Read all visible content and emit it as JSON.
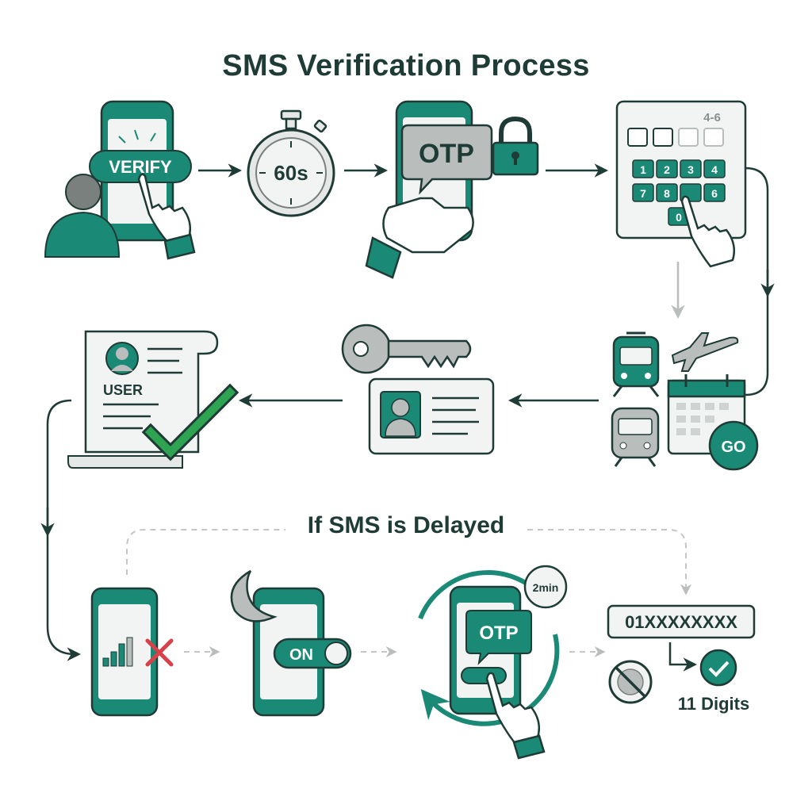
{
  "title": "SMS Verification Process",
  "colors": {
    "teal": "#1a8a76",
    "dark": "#1f3b36",
    "screen": "#f2f4f3",
    "grey": "#b9bdbc",
    "green": "#2ea352",
    "red": "#d9414a",
    "dash": "#c4c7c6"
  },
  "steps": [
    {
      "id": "verify",
      "icon": "phone-tap-verify-icon",
      "label": "VERIFY"
    },
    {
      "id": "timer",
      "icon": "stopwatch-icon",
      "label": "60s"
    },
    {
      "id": "otp",
      "icon": "phone-otp-lock-icon",
      "label": "OTP"
    },
    {
      "id": "keypad",
      "icon": "keypad-entry-icon",
      "hint": "4-6",
      "keys_row1": [
        "1",
        "2",
        "3",
        "4"
      ],
      "keys_row2": [
        "7",
        "8",
        "",
        "6"
      ],
      "keys_row3": [
        "0"
      ]
    },
    {
      "id": "transport",
      "icon": "travel-booking-icon",
      "go_label": "GO"
    },
    {
      "id": "key_id",
      "icon": "key-id-card-icon"
    },
    {
      "id": "user_doc",
      "icon": "user-document-check-icon",
      "label": "USER"
    }
  ],
  "fallback": {
    "title": "If SMS is Delayed",
    "steps": [
      {
        "id": "signal",
        "icon": "no-signal-icon"
      },
      {
        "id": "dnd",
        "icon": "do-not-disturb-toggle-icon",
        "toggle_label": "ON"
      },
      {
        "id": "resend",
        "icon": "resend-otp-icon",
        "label": "OTP",
        "badge": "2min"
      },
      {
        "id": "number",
        "icon": "phone-number-format-icon",
        "number": "01XXXXXXXX",
        "digits_label": "11 Digits"
      }
    ]
  }
}
